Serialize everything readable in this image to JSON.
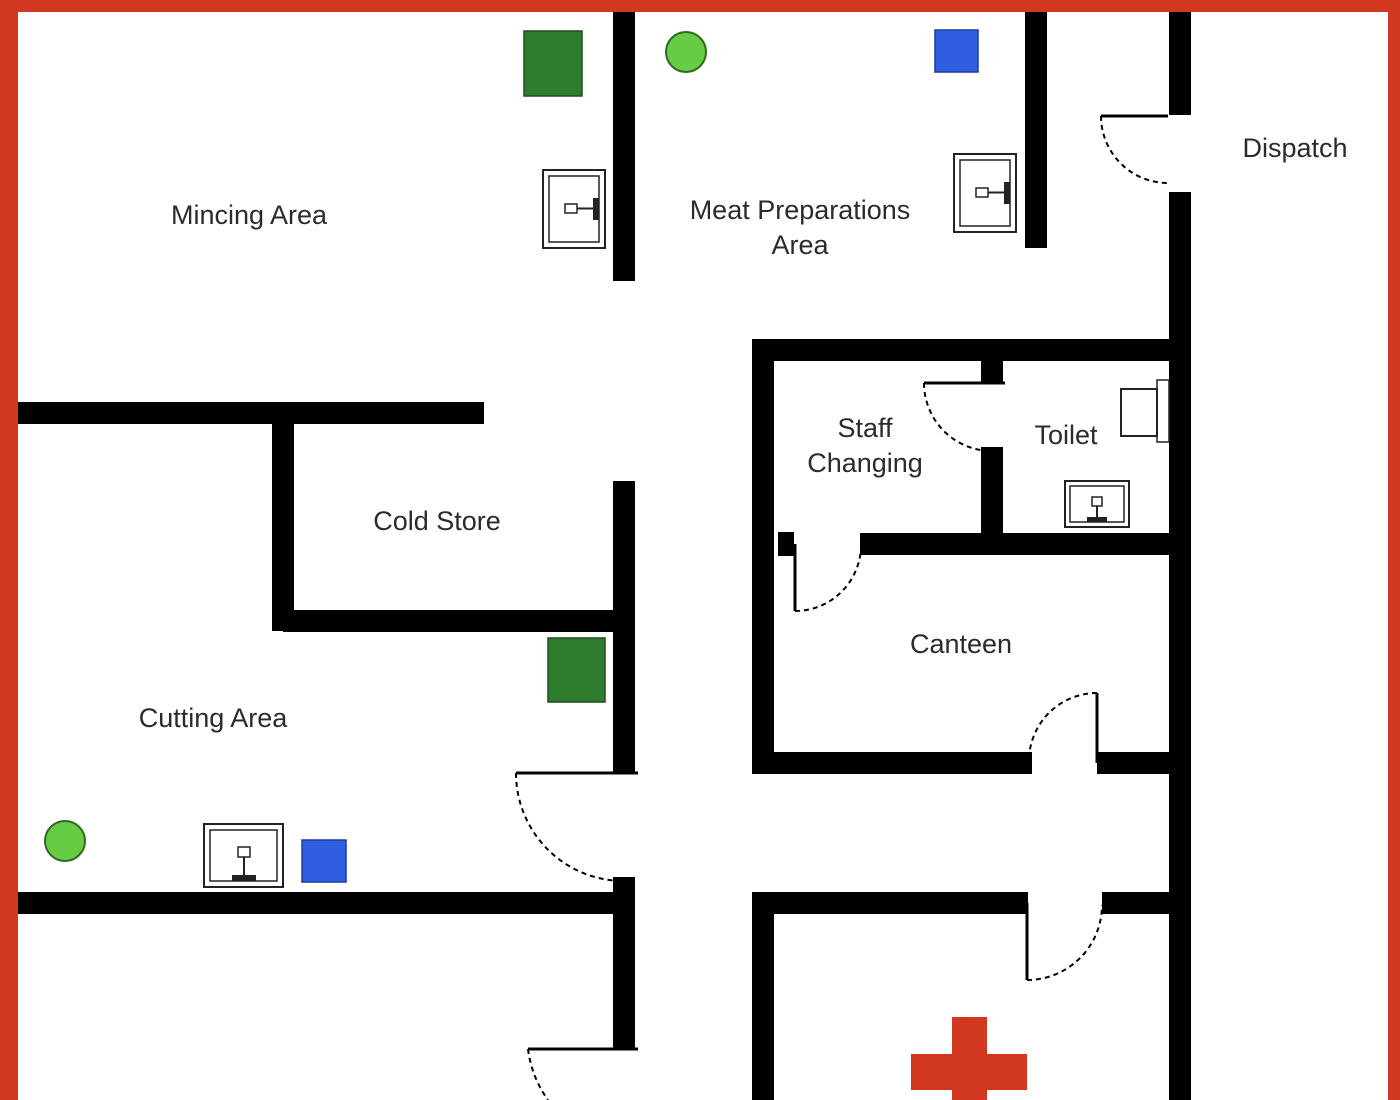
{
  "plan": {
    "rooms": {
      "mincing": {
        "label": "Mincing Area"
      },
      "meat_prep": {
        "label_line1": "Meat Preparations",
        "label_line2": "Area"
      },
      "dispatch": {
        "label": "Dispatch"
      },
      "staff_changing": {
        "label_line1": "Staff",
        "label_line2": "Changing"
      },
      "toilet": {
        "label": "Toilet"
      },
      "cold_store": {
        "label": "Cold Store"
      },
      "canteen": {
        "label": "Canteen"
      },
      "cutting": {
        "label": "Cutting Area"
      }
    },
    "colors": {
      "frame": "#d2371f",
      "wall": "#000000",
      "bin_dark_green": "#2e7d2e",
      "bin_blue": "#2f5fe0",
      "marker_green": "#66cc44",
      "first_aid": "#d2371f"
    },
    "symbols": {
      "sink": "sink-icon",
      "bin": "bin-icon",
      "marker": "marker-icon",
      "first_aid": "first-aid-icon",
      "toilet": "toilet-icon"
    }
  }
}
